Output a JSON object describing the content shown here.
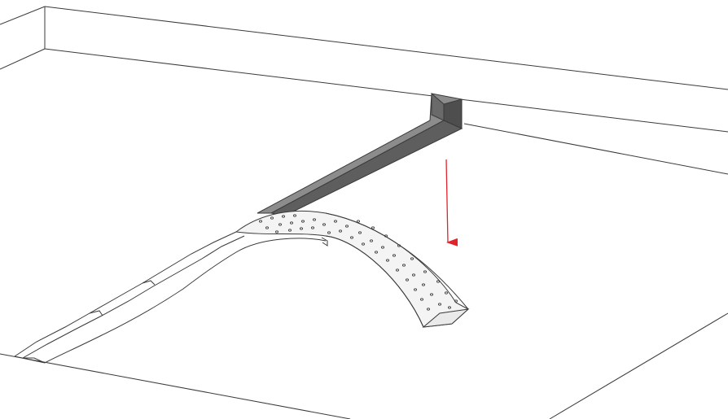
{
  "diagram": {
    "caption": "",
    "components": [
      {
        "id": "ceiling-slab",
        "label": ""
      },
      {
        "id": "floor-plane",
        "label": ""
      },
      {
        "id": "steel-beam",
        "label": ""
      },
      {
        "id": "perforated-curved-panel",
        "label": ""
      },
      {
        "id": "curved-underside-profile",
        "label": ""
      },
      {
        "id": "direction-arrow",
        "label": ""
      }
    ],
    "colors": {
      "line": "#3a3a3a",
      "beam_top": "#8c8c8c",
      "beam_side": "#5e5e5e",
      "panel_fill": "#f3f3f3",
      "arrow": "#e0242b"
    }
  }
}
